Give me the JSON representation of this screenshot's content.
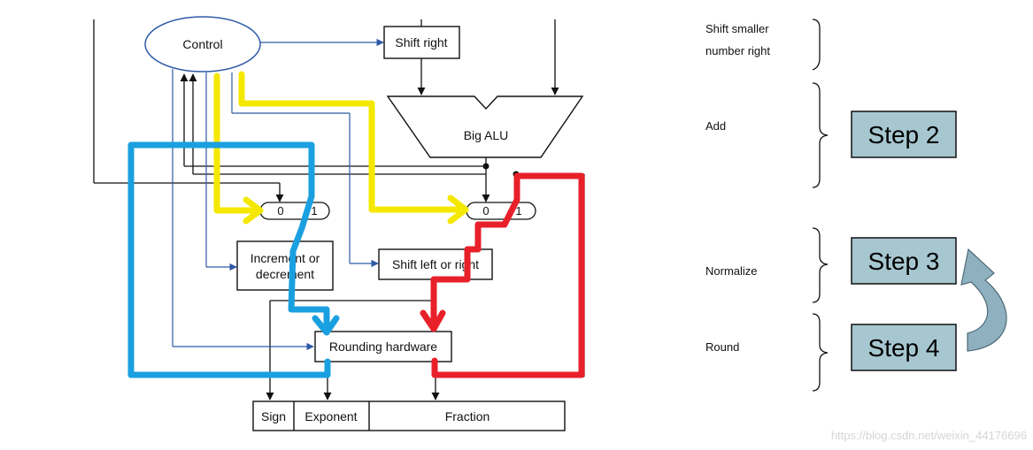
{
  "datapath": {
    "control_label": "Control",
    "shift_right_label": "Shift right",
    "big_alu_label": "Big ALU",
    "mux_left": {
      "input0": "0",
      "input1": "1"
    },
    "mux_right": {
      "input0": "0",
      "input1": "1"
    },
    "increment_line1": "Increment or",
    "increment_line2": "decrement",
    "shift_left_right_label": "Shift left or right",
    "rounding_label": "Rounding hardware",
    "fields": {
      "sign": "Sign",
      "exponent": "Exponent",
      "fraction": "Fraction"
    }
  },
  "steps": {
    "shift_smaller_line1": "Shift smaller",
    "shift_smaller_line2": "number right",
    "add": "Add",
    "normalize": "Normalize",
    "round": "Round",
    "step2": "Step 2",
    "step3": "Step 3",
    "step4": "Step 4"
  },
  "colors": {
    "wire": "#111111",
    "control_wire": "#2f5aa6",
    "highlight_yellow": "#f5e800",
    "highlight_blue": "#1aa0e0",
    "highlight_red": "#e8202a",
    "step_box_fill": "#a7c7d0",
    "loop_arrow_fill": "#8fb1bf"
  },
  "watermark": "https://blog.csdn.net/weixin_44176696"
}
